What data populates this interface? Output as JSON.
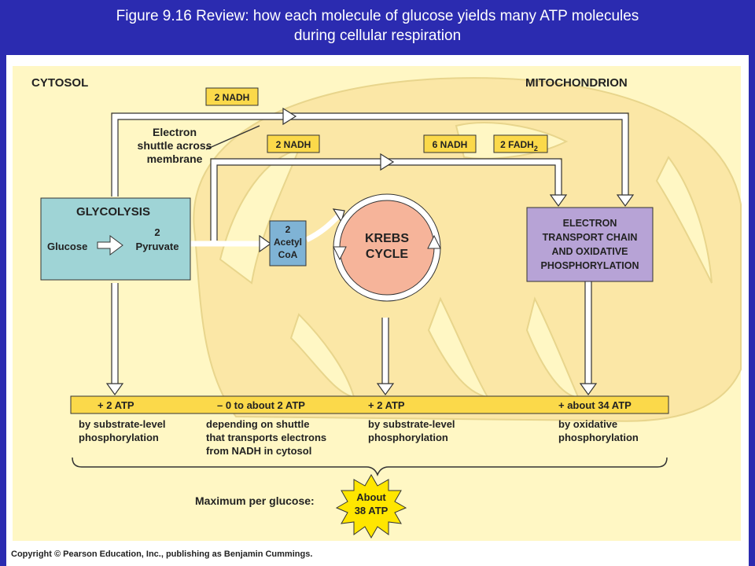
{
  "title": {
    "line1": "Figure 9.16  Review: how each molecule of glucose yields many ATP molecules",
    "line2": "during cellular respiration"
  },
  "regions": {
    "cytosol": "CYTOSOL",
    "mitochondrion": "MITOCHONDRION"
  },
  "carriers": {
    "nadh_shuttle": "2 NADH",
    "nadh_acetyl": "2 NADH",
    "nadh_krebs": "6 NADH",
    "fadh2": "2 FADH",
    "fadh2_sub": "2"
  },
  "shuttle_label": [
    "Electron",
    "shuttle across",
    "membrane"
  ],
  "glycolysis": {
    "title": "GLYCOLYSIS",
    "glucose": "Glucose",
    "pyruvate_count": "2",
    "pyruvate": "Pyruvate"
  },
  "acetyl": [
    "2",
    "Acetyl",
    "CoA"
  ],
  "krebs": [
    "KREBS",
    "CYCLE"
  ],
  "etc": [
    "ELECTRON",
    "TRANSPORT CHAIN",
    "AND OXIDATIVE",
    "PHOSPHORYLATION"
  ],
  "atp_yields": [
    {
      "amount": "+ 2 ATP",
      "desc": [
        "by substrate-level",
        "phosphorylation"
      ]
    },
    {
      "amount": "– 0 to about 2 ATP",
      "desc": [
        "depending on shuttle",
        "that transports electrons",
        "from NADH in cytosol"
      ]
    },
    {
      "amount": "+ 2 ATP",
      "desc": [
        "by substrate-level",
        "phosphorylation"
      ]
    },
    {
      "amount": "+ about 34 ATP",
      "desc": [
        "by oxidative",
        "phosphorylation"
      ]
    }
  ],
  "maximum_label": "Maximum per glucose:",
  "maximum_value": [
    "About",
    "38 ATP"
  ],
  "copyright": "Copyright © Pearson Education, Inc., publishing as Benjamin Cummings.",
  "colors": {
    "background": "#2b2bb0",
    "cytosol": "#fff7c4",
    "mitochondrion": "#fbe7a6",
    "carrier_box": "#fbd94a",
    "glycolysis_box": "#9fd4d6",
    "acetyl_box": "#7fb3d5",
    "krebs": "#f6b49a",
    "etc_box": "#b7a3d6",
    "starburst": "#ffe600"
  }
}
